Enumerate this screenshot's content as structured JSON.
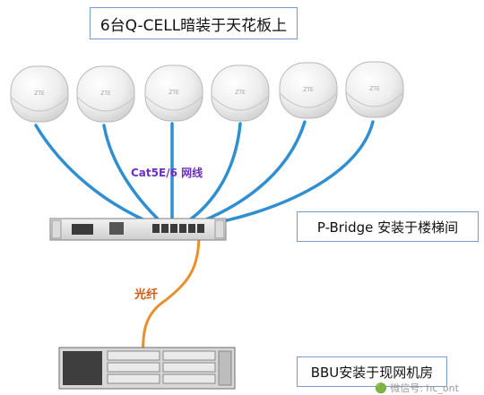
{
  "labels": {
    "title": "6台Q-CELL暗装于天花板上",
    "pbridge": "P-Bridge 安装于楼梯间",
    "bbu": "BBU安装于现网机房",
    "cable": "Cat5E/6 网线",
    "fiber": "光纤",
    "watermark": "🟢 微信号: hc_ont"
  },
  "qcell": {
    "count": 6,
    "logo": "ZTE"
  },
  "colors": {
    "network_cable": "#2f8fd0",
    "fiber": "#e8902e",
    "cable_label": "#6b2fbf",
    "fiber_label": "#d05a12",
    "box_border": "#7a9cc6",
    "device_body": "#e3e3e3",
    "device_dark": "#3b3b3b"
  }
}
